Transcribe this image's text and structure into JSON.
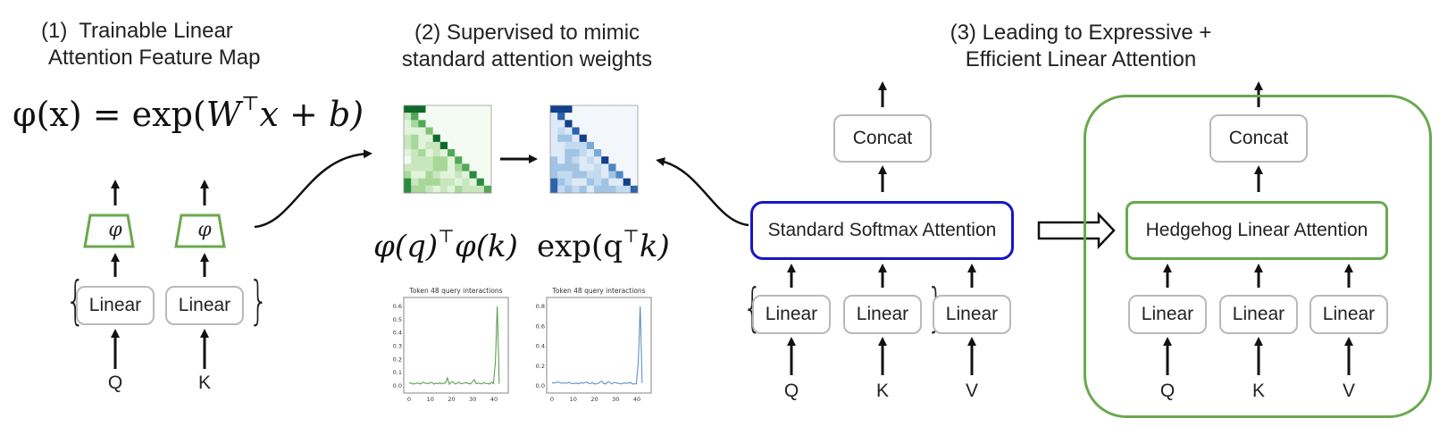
{
  "titles": {
    "step1_line1": "(1)  Trainable Linear",
    "step1_line2": "Attention Feature Map",
    "step2_line1": "(2) Supervised to mimic",
    "step2_line2": "standard attention weights",
    "step3_line1": "(3) Leading to Expressive +",
    "step3_line2": "Efficient Linear Attention"
  },
  "formula": {
    "lhs": "φ(x) = exp(",
    "w": "W",
    "t": "⊤",
    "rhs": "x + b)"
  },
  "feature_map": {
    "phi": "φ",
    "linear": "Linear",
    "inputs": [
      "Q",
      "K"
    ]
  },
  "heatmap_labels": {
    "left": "φ(q)",
    "left_t": "⊤",
    "left_rest": "φ(k)",
    "right": "exp(q",
    "right_t": "⊤",
    "right_rest": "k)"
  },
  "mini_plots": [
    {
      "title": "Token 48 query interactions",
      "color": "#4c9a3c",
      "xticks": [
        "0",
        "10",
        "20",
        "30",
        "40"
      ],
      "yticks": [
        "0.0",
        "0.1",
        "0.2",
        "0.3",
        "0.4",
        "0.5",
        "0.6"
      ]
    },
    {
      "title": "Token 48 query interactions",
      "color": "#4f86c6",
      "xticks": [
        "0",
        "10",
        "20",
        "30",
        "40"
      ],
      "yticks": [
        "0.0",
        "0.2",
        "0.4",
        "0.6",
        "0.8"
      ]
    }
  ],
  "softmax_block": {
    "concat": "Concat",
    "attention": "Standard Softmax Attention",
    "linear": "Linear",
    "inputs": [
      "Q",
      "K",
      "V"
    ]
  },
  "hedgehog_block": {
    "concat": "Concat",
    "attention": "Hedgehog Linear Attention",
    "linear": "Linear",
    "inputs": [
      "Q",
      "K",
      "V"
    ]
  },
  "colors": {
    "green": "#6aa84f",
    "blue": "#1616c8",
    "gray_border": "#b9b9b9"
  }
}
